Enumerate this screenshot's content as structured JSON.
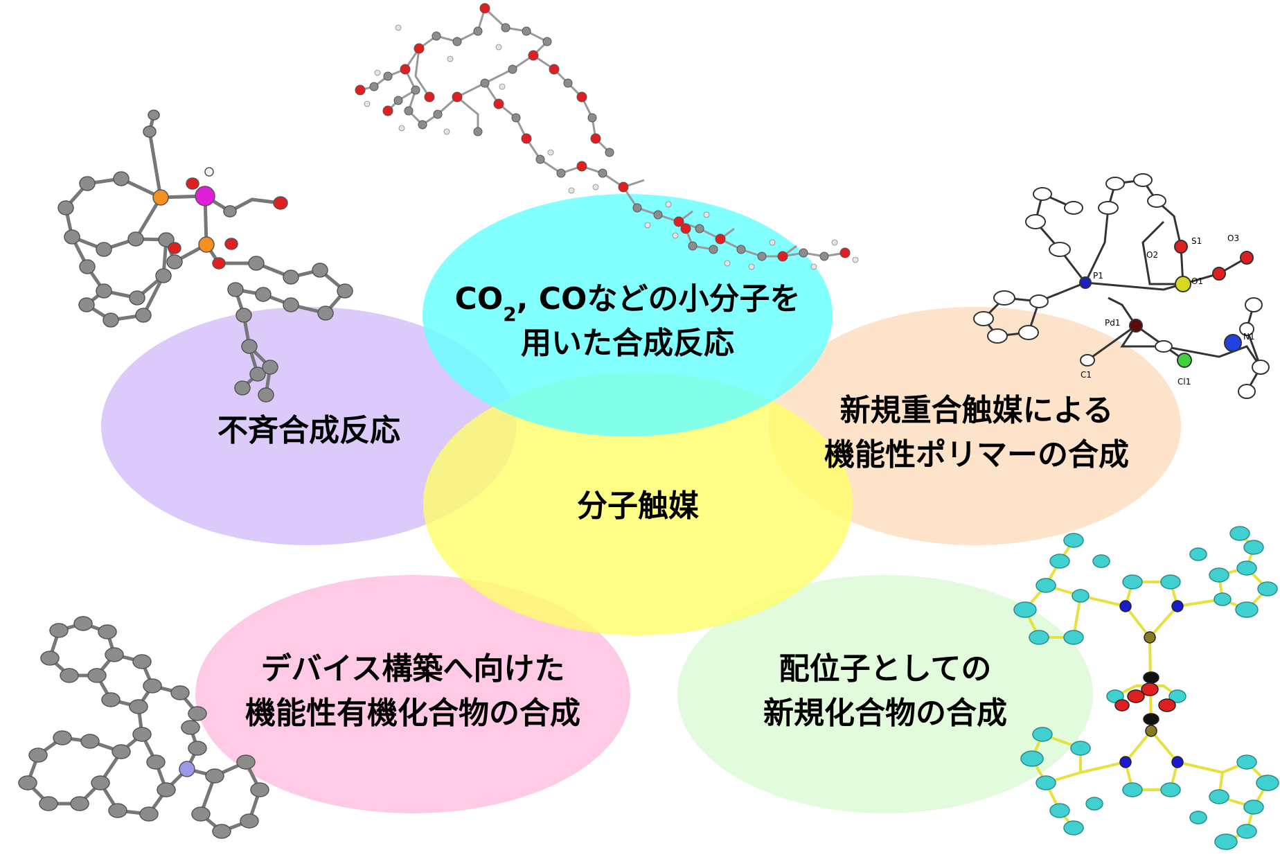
{
  "center": {
    "label": "分子触媒",
    "color": "#ffff66"
  },
  "topics": [
    {
      "id": "small-molecule",
      "line1_pre": "CO",
      "line1_sub": "2",
      "line1_post": ", COなどの小分子を",
      "line2": "用いた合成反応",
      "color": "#66ffff"
    },
    {
      "id": "asymmetric",
      "line1": "不斉合成反応",
      "color": "#d9c6fa"
    },
    {
      "id": "polymer",
      "line1": "新規重合触媒による",
      "line2": "機能性ポリマーの合成",
      "color": "#fde1c6"
    },
    {
      "id": "device",
      "line1": "デバイス構築へ向けた",
      "line2": "機能性有機化合物の合成",
      "color": "#ffc6e3"
    },
    {
      "id": "ligand",
      "line1": "配位子としての",
      "line2": "新規化合物の合成",
      "color": "#e0fbd9"
    }
  ],
  "atom_labels": [
    "P1",
    "O1",
    "O2",
    "O3",
    "S1",
    "Pd1",
    "N1",
    "C1",
    "Cl1"
  ],
  "colors": {
    "carbon": "#8c8c8c",
    "oxygen": "#e02020",
    "phosphorus": "#f5901e",
    "metal": "#e020d8",
    "hydrogen": "#dddddd",
    "fluorine": "#40d0d0",
    "bond_yellow": "#e8e040"
  }
}
